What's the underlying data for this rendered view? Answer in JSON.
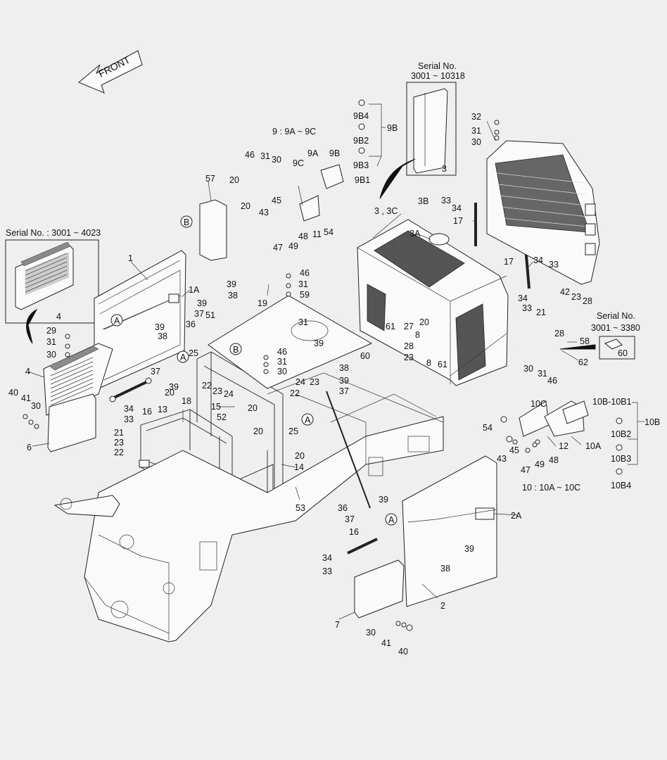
{
  "front_label": "FRONT",
  "serial_notes": {
    "left_panel": "Serial No. : 3001 ~ 4023",
    "top_grille_title": "Serial No.",
    "top_grille_range": "3001 ~ 10318",
    "bracket_title": "Serial No.",
    "bracket_range": "3001 ~ 3380"
  },
  "group_notes": {
    "group9": "9 : 9A ~ 9C",
    "group10": "10 : 10A ~ 10C"
  },
  "labels": [
    {
      "id": "l-1",
      "text": "1"
    },
    {
      "id": "l-1A",
      "text": "1A"
    },
    {
      "id": "l-2",
      "text": "2"
    },
    {
      "id": "l-2A",
      "text": "2A"
    },
    {
      "id": "l-3a",
      "text": "3"
    },
    {
      "id": "l-3-3C",
      "text": "3 , 3C"
    },
    {
      "id": "l-3A",
      "text": "3A"
    },
    {
      "id": "l-3B",
      "text": "3B"
    },
    {
      "id": "l-4a",
      "text": "4"
    },
    {
      "id": "l-4b",
      "text": "4"
    },
    {
      "id": "l-6",
      "text": "6"
    },
    {
      "id": "l-7",
      "text": "7"
    },
    {
      "id": "l-8a",
      "text": "8"
    },
    {
      "id": "l-8b",
      "text": "8"
    },
    {
      "id": "l-9A",
      "text": "9A"
    },
    {
      "id": "l-9B",
      "text": "9B"
    },
    {
      "id": "l-9C",
      "text": "9C"
    },
    {
      "id": "l-9B1",
      "text": "9B1"
    },
    {
      "id": "l-9B2",
      "text": "9B2"
    },
    {
      "id": "l-9B3",
      "text": "9B3"
    },
    {
      "id": "l-9B4",
      "text": "9B4"
    },
    {
      "id": "l-9Bb",
      "text": "9B"
    },
    {
      "id": "l-10A",
      "text": "10A"
    },
    {
      "id": "l-10B",
      "text": "10B"
    },
    {
      "id": "l-10B-10B1",
      "text": "10B-10B1"
    },
    {
      "id": "l-10B2",
      "text": "10B2"
    },
    {
      "id": "l-10B3",
      "text": "10B3"
    },
    {
      "id": "l-10B4",
      "text": "10B4"
    },
    {
      "id": "l-10C",
      "text": "10C"
    },
    {
      "id": "l-11",
      "text": "11"
    },
    {
      "id": "l-12",
      "text": "12"
    },
    {
      "id": "l-13",
      "text": "13"
    },
    {
      "id": "l-14",
      "text": "14"
    },
    {
      "id": "l-15",
      "text": "15"
    },
    {
      "id": "l-16a",
      "text": "16"
    },
    {
      "id": "l-16b",
      "text": "16"
    },
    {
      "id": "l-17a",
      "text": "17"
    },
    {
      "id": "l-17b",
      "text": "17"
    },
    {
      "id": "l-18",
      "text": "18"
    },
    {
      "id": "l-19",
      "text": "19"
    },
    {
      "id": "l-20a",
      "text": "20"
    },
    {
      "id": "l-20b",
      "text": "20"
    },
    {
      "id": "l-20c",
      "text": "20"
    },
    {
      "id": "l-20d",
      "text": "20"
    },
    {
      "id": "l-20e",
      "text": "20"
    },
    {
      "id": "l-20f",
      "text": "20"
    },
    {
      "id": "l-20g",
      "text": "20"
    },
    {
      "id": "l-21a",
      "text": "21"
    },
    {
      "id": "l-21b",
      "text": "21"
    },
    {
      "id": "l-22a",
      "text": "22"
    },
    {
      "id": "l-22b",
      "text": "22"
    },
    {
      "id": "l-22c",
      "text": "22"
    },
    {
      "id": "l-23a",
      "text": "23"
    },
    {
      "id": "l-23b",
      "text": "23"
    },
    {
      "id": "l-23c",
      "text": "23"
    },
    {
      "id": "l-23d",
      "text": "23"
    },
    {
      "id": "l-23e",
      "text": "23"
    },
    {
      "id": "l-24a",
      "text": "24"
    },
    {
      "id": "l-24b",
      "text": "24"
    },
    {
      "id": "l-25a",
      "text": "25"
    },
    {
      "id": "l-25b",
      "text": "25"
    },
    {
      "id": "l-27",
      "text": "27"
    },
    {
      "id": "l-28a",
      "text": "28"
    },
    {
      "id": "l-28b",
      "text": "28"
    },
    {
      "id": "l-28c",
      "text": "28"
    },
    {
      "id": "l-29",
      "text": "29"
    },
    {
      "id": "l-30a",
      "text": "30"
    },
    {
      "id": "l-30b",
      "text": "30"
    },
    {
      "id": "l-30c",
      "text": "30"
    },
    {
      "id": "l-30d",
      "text": "30"
    },
    {
      "id": "l-30e",
      "text": "30"
    },
    {
      "id": "l-30f",
      "text": "30"
    },
    {
      "id": "l-30g",
      "text": "30"
    },
    {
      "id": "l-31a",
      "text": "31"
    },
    {
      "id": "l-31b",
      "text": "31"
    },
    {
      "id": "l-31c",
      "text": "31"
    },
    {
      "id": "l-31d",
      "text": "31"
    },
    {
      "id": "l-31e",
      "text": "31"
    },
    {
      "id": "l-31f",
      "text": "31"
    },
    {
      "id": "l-31g",
      "text": "31"
    },
    {
      "id": "l-32",
      "text": "32"
    },
    {
      "id": "l-33a",
      "text": "33"
    },
    {
      "id": "l-33b",
      "text": "33"
    },
    {
      "id": "l-33c",
      "text": "33"
    },
    {
      "id": "l-33d",
      "text": "33"
    },
    {
      "id": "l-33e",
      "text": "33"
    },
    {
      "id": "l-34a",
      "text": "34"
    },
    {
      "id": "l-34b",
      "text": "34"
    },
    {
      "id": "l-34c",
      "text": "34"
    },
    {
      "id": "l-34d",
      "text": "34"
    },
    {
      "id": "l-34e",
      "text": "34"
    },
    {
      "id": "l-36a",
      "text": "36"
    },
    {
      "id": "l-36b",
      "text": "36"
    },
    {
      "id": "l-37a",
      "text": "37"
    },
    {
      "id": "l-37b",
      "text": "37"
    },
    {
      "id": "l-37c",
      "text": "37"
    },
    {
      "id": "l-37d",
      "text": "37"
    },
    {
      "id": "l-38a",
      "text": "38"
    },
    {
      "id": "l-38b",
      "text": "38"
    },
    {
      "id": "l-38c",
      "text": "38"
    },
    {
      "id": "l-38d",
      "text": "38"
    },
    {
      "id": "l-39a",
      "text": "39"
    },
    {
      "id": "l-39b",
      "text": "39"
    },
    {
      "id": "l-39c",
      "text": "39"
    },
    {
      "id": "l-39d",
      "text": "39"
    },
    {
      "id": "l-39e",
      "text": "39"
    },
    {
      "id": "l-39f",
      "text": "39"
    },
    {
      "id": "l-39g",
      "text": "39"
    },
    {
      "id": "l-39h",
      "text": "39"
    },
    {
      "id": "l-40a",
      "text": "40"
    },
    {
      "id": "l-40b",
      "text": "40"
    },
    {
      "id": "l-41a",
      "text": "41"
    },
    {
      "id": "l-41b",
      "text": "41"
    },
    {
      "id": "l-42",
      "text": "42"
    },
    {
      "id": "l-43a",
      "text": "43"
    },
    {
      "id": "l-43b",
      "text": "43"
    },
    {
      "id": "l-45a",
      "text": "45"
    },
    {
      "id": "l-45b",
      "text": "45"
    },
    {
      "id": "l-46a",
      "text": "46"
    },
    {
      "id": "l-46b",
      "text": "46"
    },
    {
      "id": "l-46c",
      "text": "46"
    },
    {
      "id": "l-46d",
      "text": "46"
    },
    {
      "id": "l-47a",
      "text": "47"
    },
    {
      "id": "l-47b",
      "text": "47"
    },
    {
      "id": "l-48a",
      "text": "48"
    },
    {
      "id": "l-48b",
      "text": "48"
    },
    {
      "id": "l-49a",
      "text": "49"
    },
    {
      "id": "l-49b",
      "text": "49"
    },
    {
      "id": "l-51",
      "text": "51"
    },
    {
      "id": "l-52",
      "text": "52"
    },
    {
      "id": "l-53",
      "text": "53"
    },
    {
      "id": "l-54a",
      "text": "54"
    },
    {
      "id": "l-54b",
      "text": "54"
    },
    {
      "id": "l-57",
      "text": "57"
    },
    {
      "id": "l-58",
      "text": "58"
    },
    {
      "id": "l-59",
      "text": "59"
    },
    {
      "id": "l-60a",
      "text": "60"
    },
    {
      "id": "l-60b",
      "text": "60"
    },
    {
      "id": "l-61a",
      "text": "61"
    },
    {
      "id": "l-61b",
      "text": "61"
    },
    {
      "id": "l-62",
      "text": "62"
    }
  ],
  "refs": [
    {
      "id": "r-A1",
      "text": "A"
    },
    {
      "id": "r-A2",
      "text": "A"
    },
    {
      "id": "r-A3",
      "text": "A"
    },
    {
      "id": "r-A4",
      "text": "A"
    },
    {
      "id": "r-B1",
      "text": "B"
    },
    {
      "id": "r-B2",
      "text": "B"
    }
  ]
}
